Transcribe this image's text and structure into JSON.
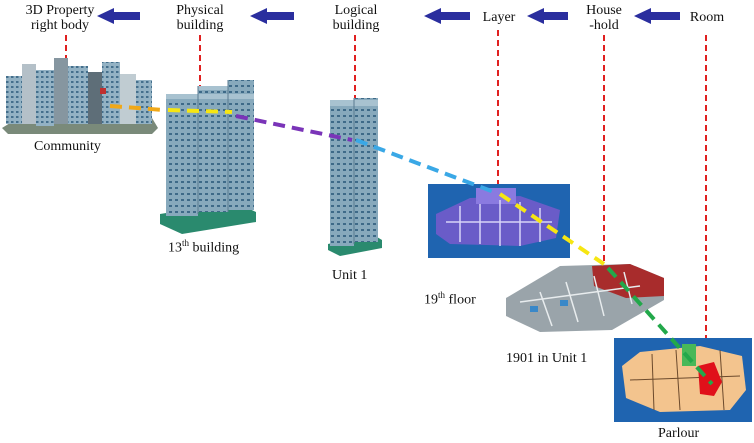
{
  "header": {
    "levels": [
      {
        "line1": "3D Property",
        "line2": "right body"
      },
      {
        "line1": "Physical",
        "line2": "building"
      },
      {
        "line1": "Logical",
        "line2": "building"
      },
      {
        "line1": "Layer",
        "line2": ""
      },
      {
        "line1": "House",
        "line2": "-hold"
      },
      {
        "line1": "Room",
        "line2": ""
      }
    ]
  },
  "captions": {
    "community": "Community",
    "building_num": "13",
    "building_sup": "th",
    "building_rest": " building",
    "unit": "Unit 1",
    "floor_num": "19",
    "floor_sup": "th",
    "floor_rest": " floor",
    "household": "1901 in Unit 1",
    "room": "Parlour"
  },
  "colors": {
    "arrow": "#2a2e9e",
    "red_link": "#e02020",
    "orange": "#f0a818",
    "yellow": "#f6e612",
    "purple": "#7a34b8",
    "cyan": "#3aa8e6",
    "green": "#22a84a",
    "tower": "#8fb0c2",
    "plan_bg": "#1f64b0",
    "floor_plan": "#6a5cc8",
    "room_plan": "#f3c48e",
    "highlight": "#e0101a"
  }
}
